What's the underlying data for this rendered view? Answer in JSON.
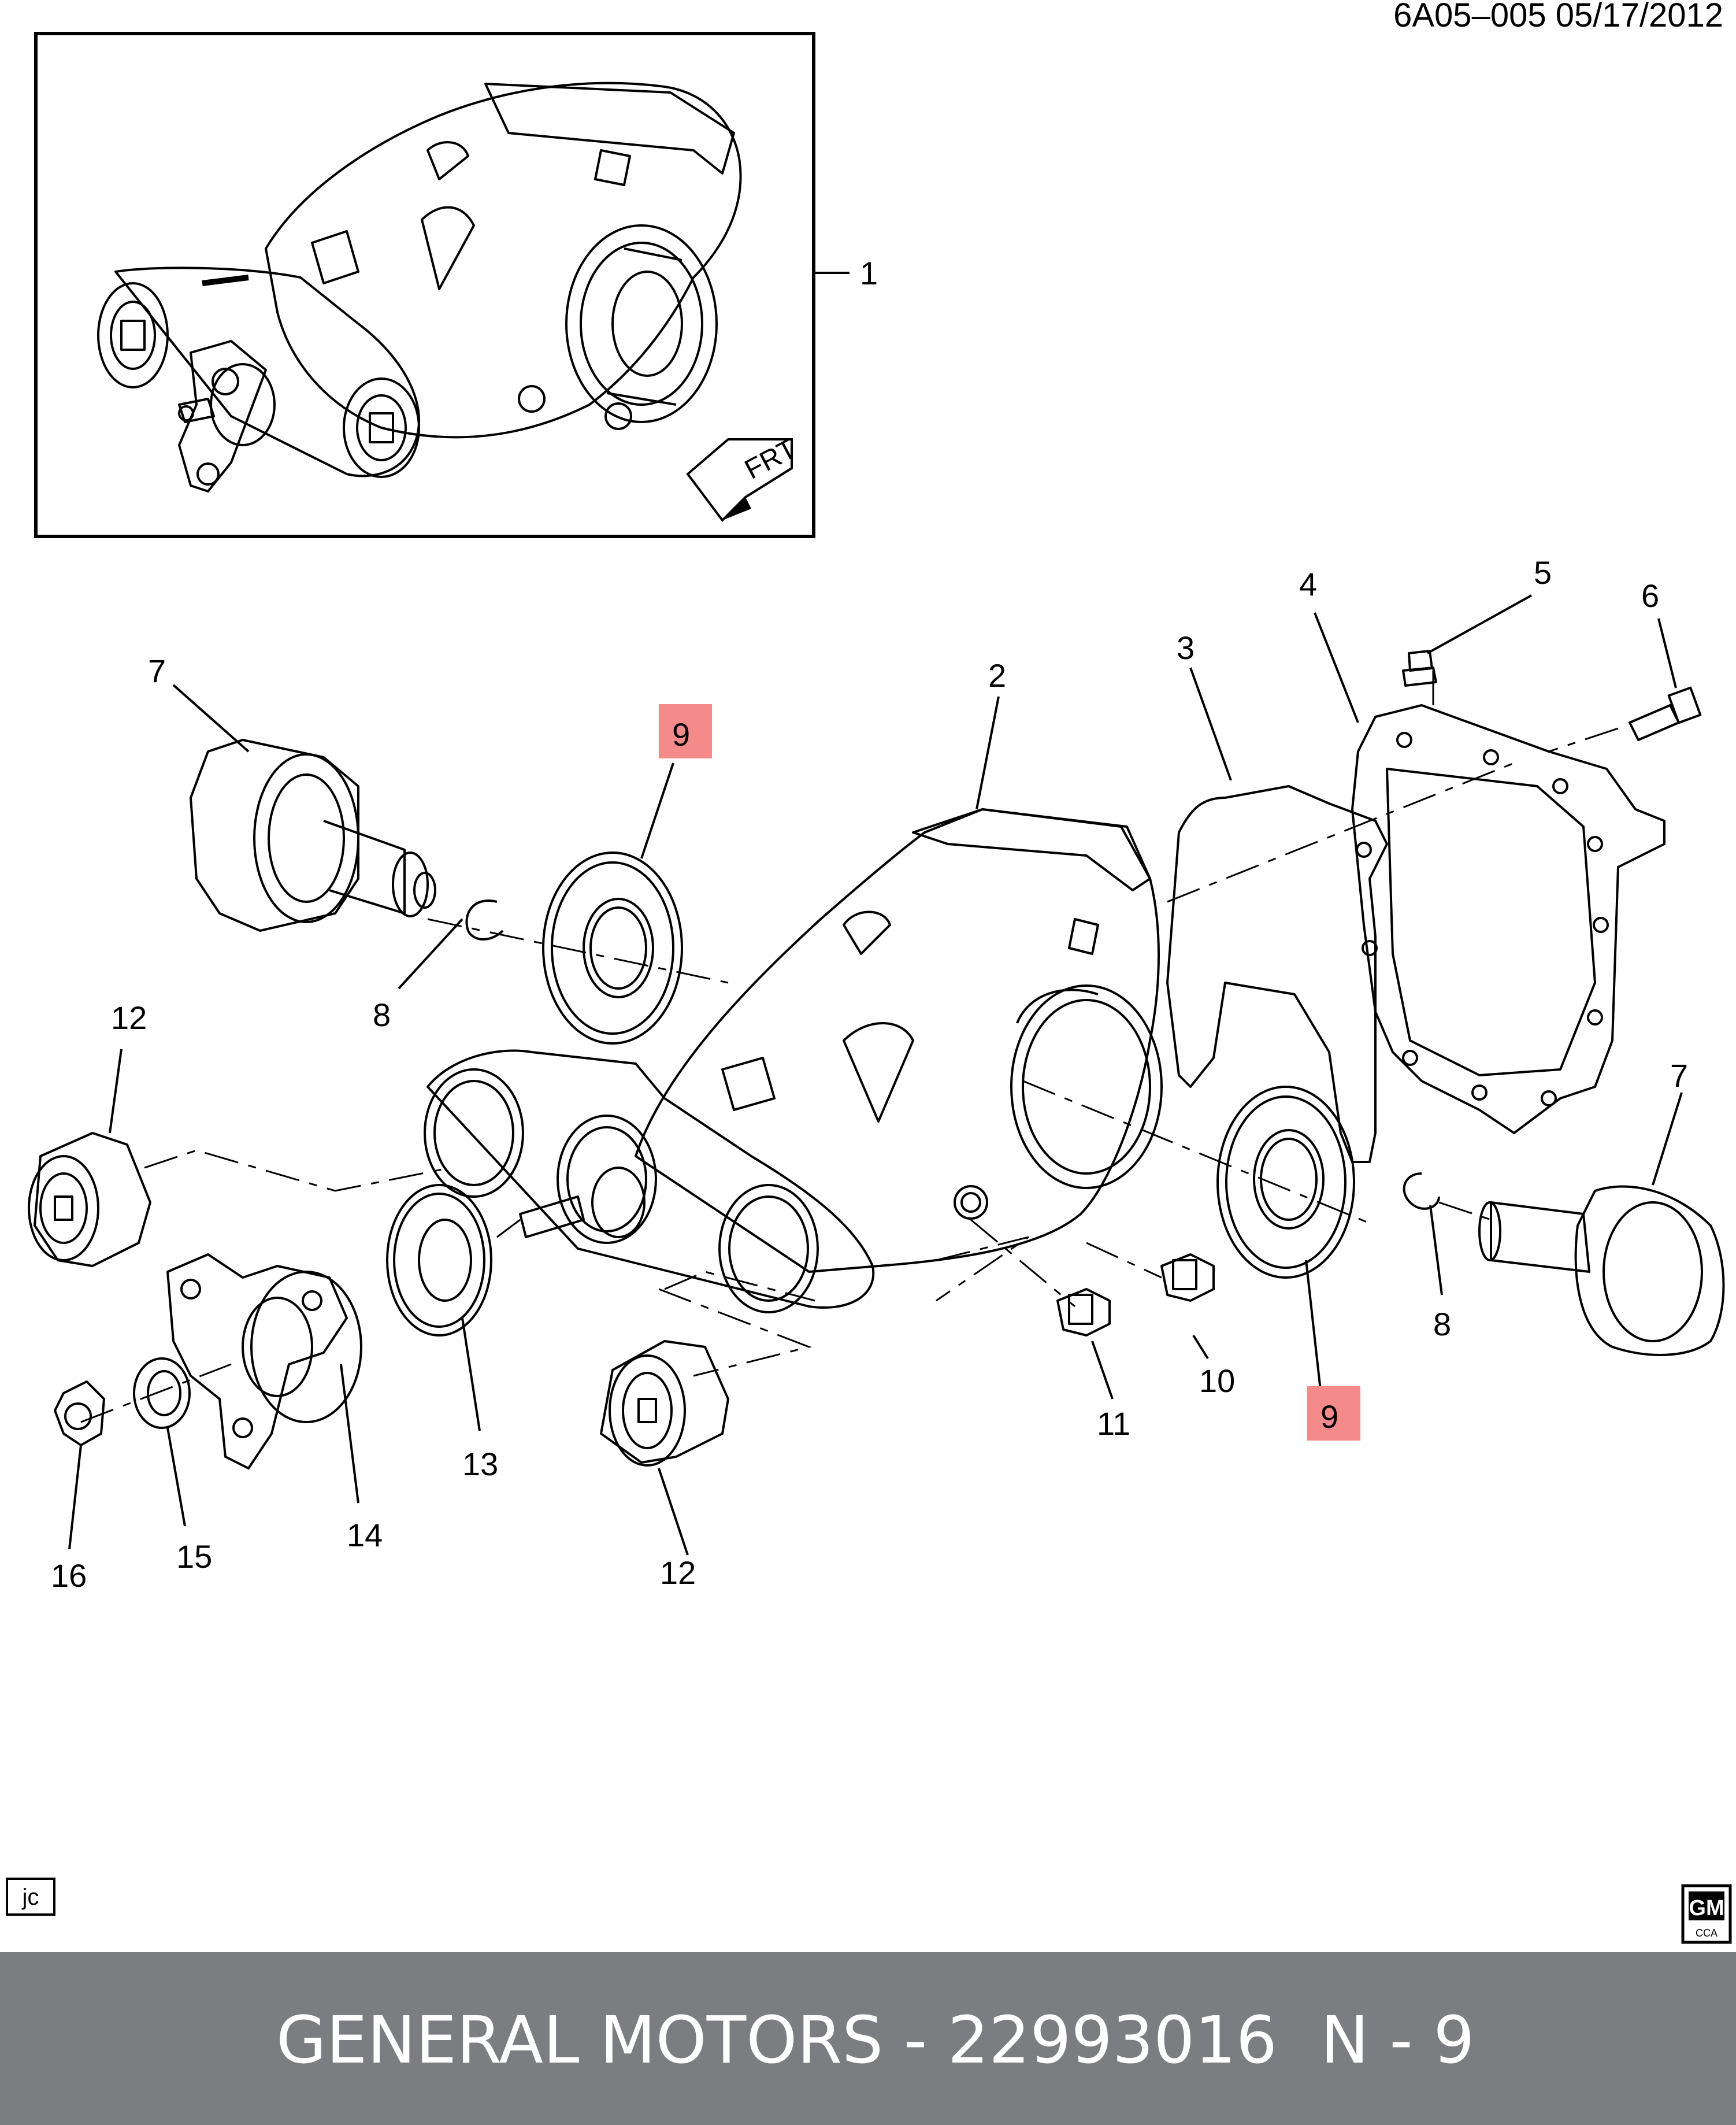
{
  "header": {
    "drawing_id": "6A05–005  05/17/2012"
  },
  "callouts": {
    "c1": "1",
    "c2": "2",
    "c3": "3",
    "c4": "4",
    "c5": "5",
    "c6": "6",
    "c7_left": "7",
    "c7_right": "7",
    "c8_left": "8",
    "c8_right": "8",
    "c9_top": "9",
    "c9_bottom": "9",
    "c10": "10",
    "c11": "11",
    "c12_left": "12",
    "c12_bottom": "12",
    "c13": "13",
    "c14": "14",
    "c15": "15",
    "c16": "16"
  },
  "inset": {
    "direction_label": "FRT"
  },
  "corner": {
    "initials": "jc",
    "logo_text": "GM",
    "logo_sub": "CCA"
  },
  "footer": {
    "brand_text": "GENERAL MOTORS - 22993016",
    "part_text": "N - 9"
  },
  "colors": {
    "highlight": "#f58a8a",
    "footer_bg": "#7c7d80",
    "footer_text": "#ffffff",
    "line": "#000000"
  }
}
